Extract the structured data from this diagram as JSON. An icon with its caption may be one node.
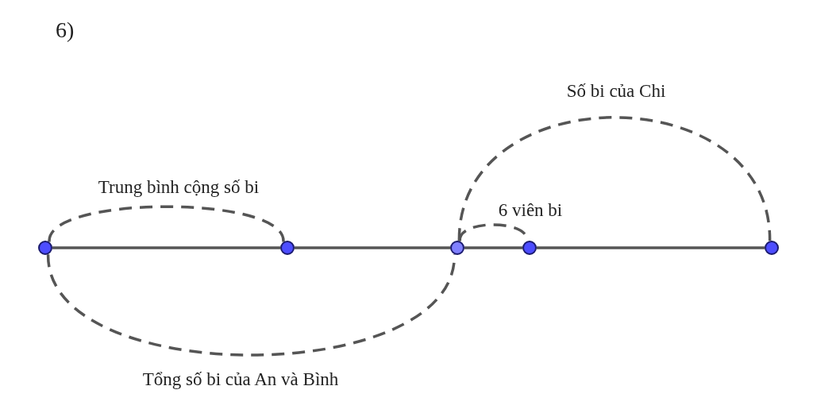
{
  "diagram": {
    "title": "6)",
    "nodes": [
      {
        "text": [],
        "shape": "circle"
      },
      {
        "text": [],
        "shape": "circle"
      },
      {
        "text": [],
        "shape": "circle"
      },
      {
        "text": [],
        "shape": "circle"
      },
      {
        "text": [],
        "shape": "circle"
      }
    ],
    "edges": [
      {
        "from": 0,
        "to": 1,
        "arrow": "none"
      },
      {
        "from": 1,
        "to": 2,
        "arrow": "none"
      },
      {
        "from": 2,
        "to": 3,
        "arrow": "none"
      },
      {
        "from": 3,
        "to": 4,
        "arrow": "none"
      },
      {
        "from": 0,
        "to": 1,
        "arrow": "none",
        "style": "dashed",
        "label": "Trung bình cộng số bi"
      },
      {
        "from": 0,
        "to": 2,
        "arrow": "none",
        "style": "dashed",
        "label": "Tổng số bi của An và Bình"
      },
      {
        "from": 2,
        "to": 3,
        "arrow": "none",
        "style": "dashed",
        "label": "6 viên bi"
      },
      {
        "from": 2,
        "to": 4,
        "arrow": "none",
        "style": "dashed",
        "label": "Số bi của Chi"
      }
    ]
  }
}
